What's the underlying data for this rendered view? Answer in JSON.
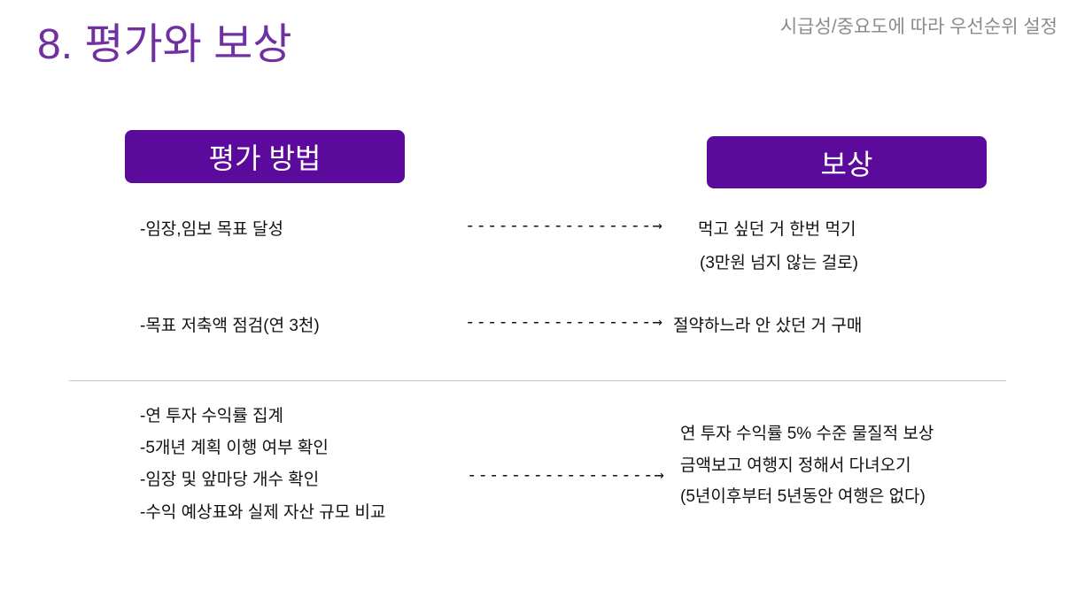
{
  "slide": {
    "title": "8. 평가와 보상",
    "subtitle": "시급성/중요도에 따라 우선순위 설정"
  },
  "headers": {
    "evaluation": "평가 방법",
    "reward": "보상"
  },
  "arrow": "-----------------→",
  "rows": [
    {
      "criteria": [
        "-임장,임보 목표 달성"
      ],
      "reward": [
        "먹고 싶던 거 한번 먹기",
        "(3만원 넘지 않는 걸로)"
      ]
    },
    {
      "criteria": [
        "-목표 저축액 점검(연 3천)"
      ],
      "reward": [
        "절약하느라 안 샀던 거 구매"
      ]
    },
    {
      "criteria": [
        "-연 투자 수익률 집계",
        "-5개년 계획 이행 여부 확인",
        "-임장 및 앞마당 개수 확인",
        "-수익 예상표와 실제 자산 규모 비교"
      ],
      "reward": [
        "연 투자 수익률 5% 수준 물질적 보상",
        "금액보고 여행지 정해서 다녀오기",
        "(5년이후부터 5년동안 여행은 없다)"
      ]
    }
  ]
}
